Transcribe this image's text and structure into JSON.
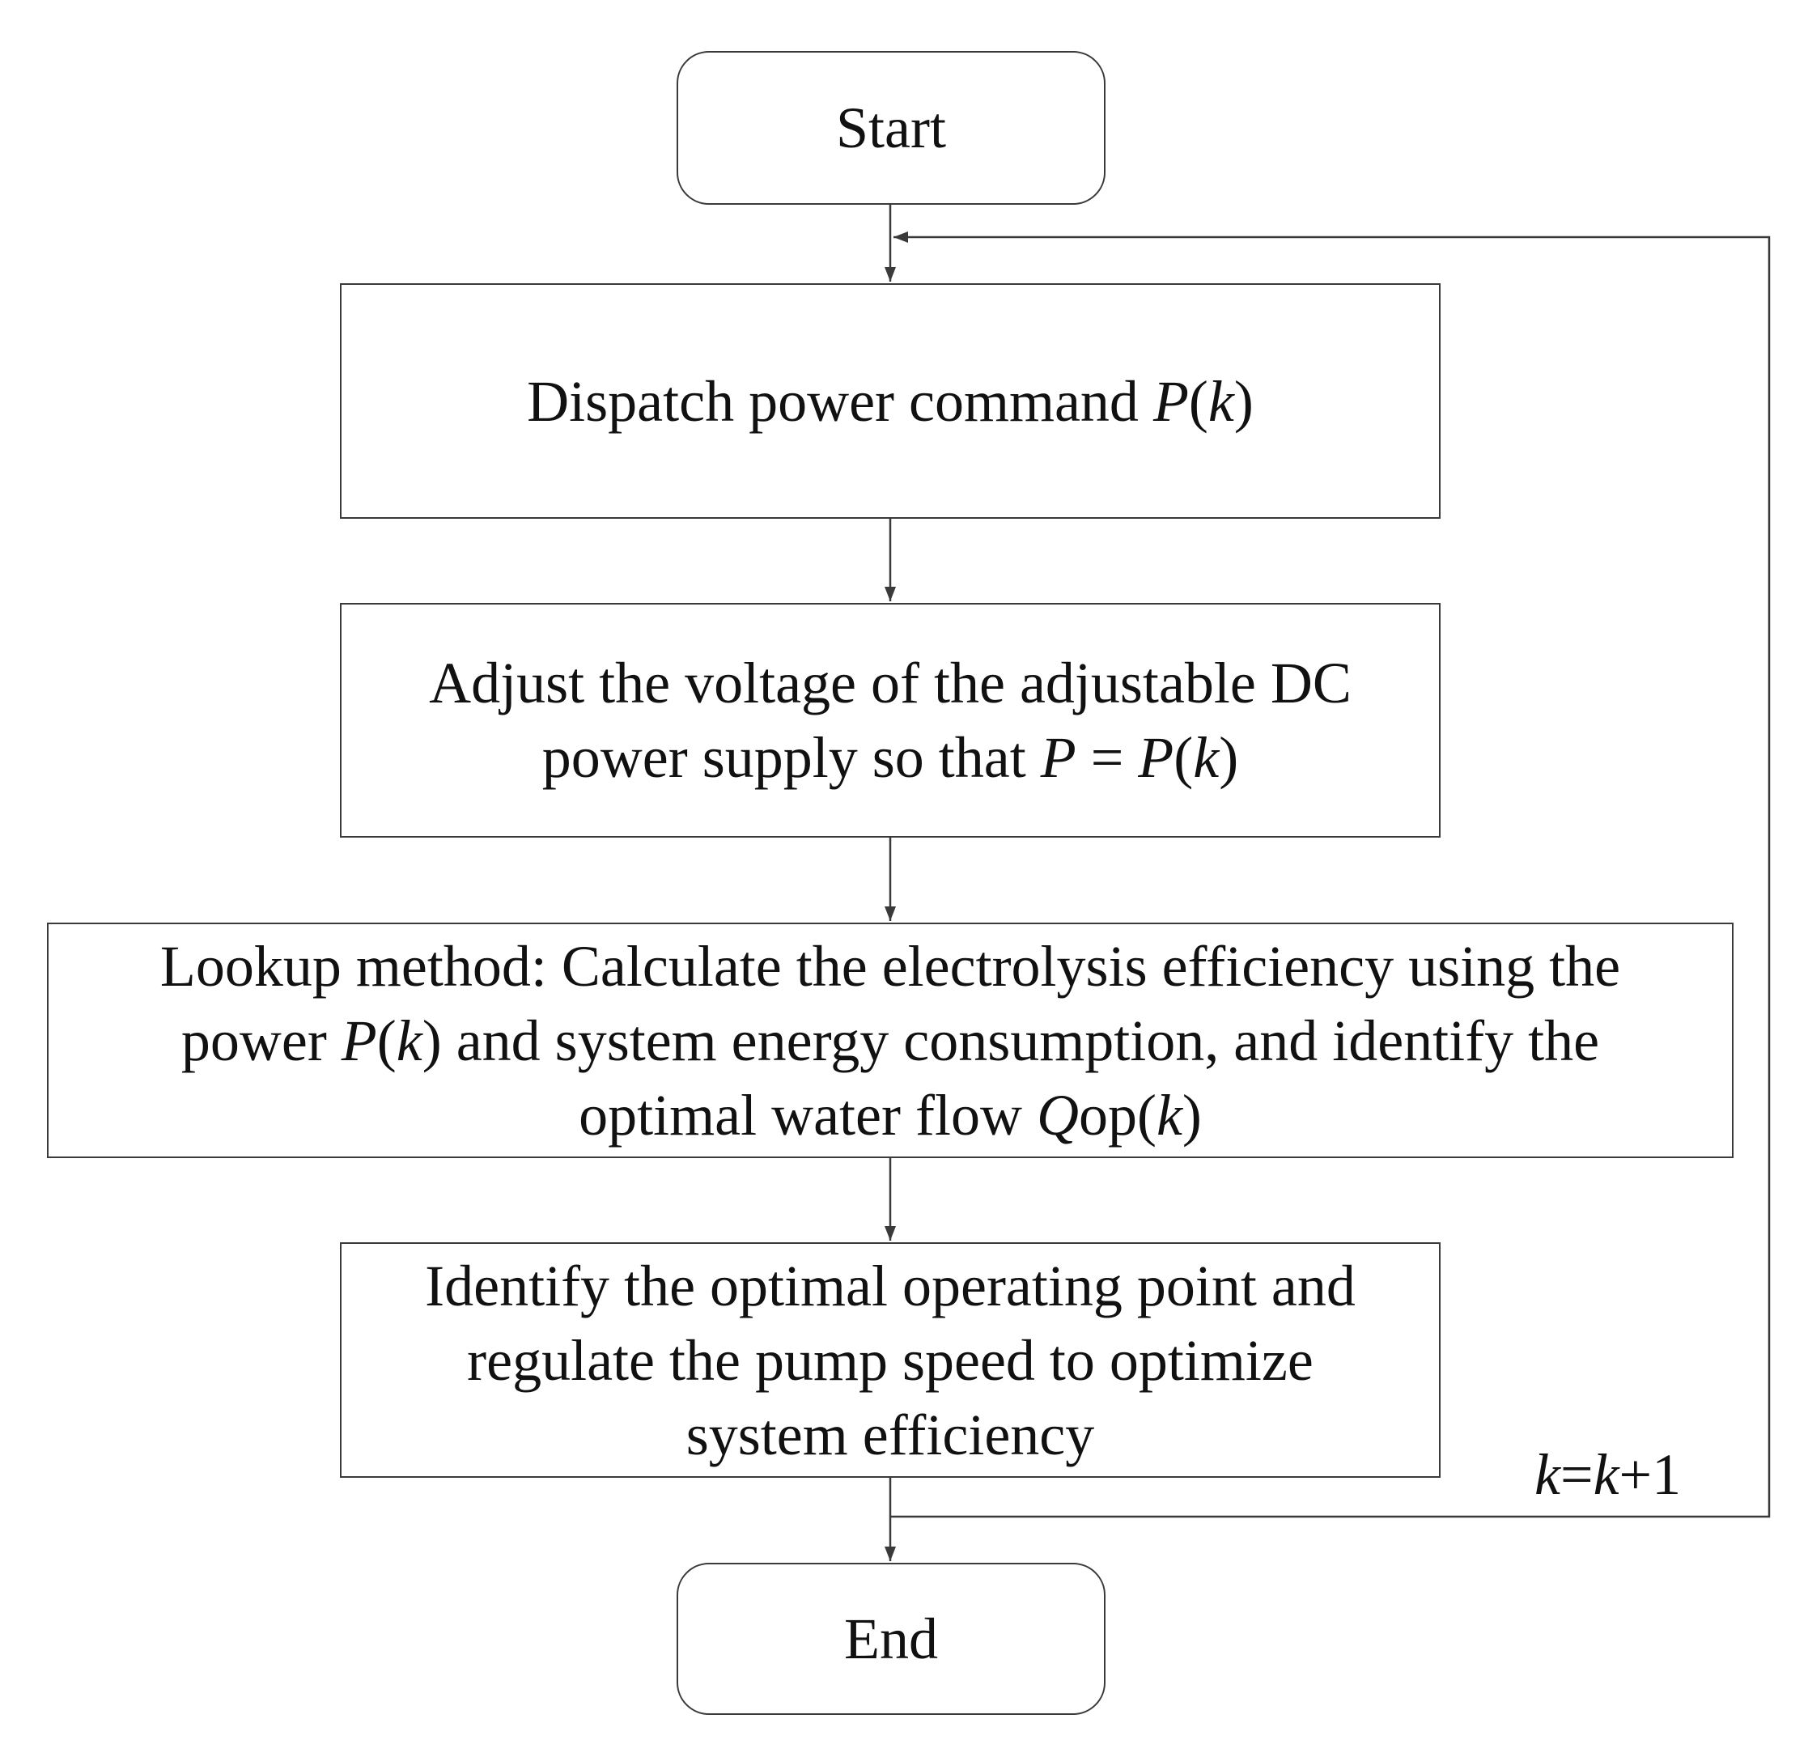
{
  "start": {
    "label": "Start"
  },
  "end": {
    "label": "End"
  },
  "steps": [
    {
      "id": "dispatch",
      "lines": [
        [
          {
            "t": "Dispatch power command "
          },
          {
            "t": "P",
            "i": true
          },
          {
            "t": "("
          },
          {
            "t": "k",
            "i": true
          },
          {
            "t": ")"
          }
        ]
      ]
    },
    {
      "id": "adjust-voltage",
      "lines": [
        [
          {
            "t": "Adjust the voltage of the adjustable DC"
          }
        ],
        [
          {
            "t": "power supply so that "
          },
          {
            "t": "P",
            "i": true
          },
          {
            "t": " = "
          },
          {
            "t": "P",
            "i": true
          },
          {
            "t": "("
          },
          {
            "t": "k",
            "i": true
          },
          {
            "t": ")"
          }
        ]
      ]
    },
    {
      "id": "lookup-method",
      "lines": [
        [
          {
            "t": "Lookup method: Calculate the electrolysis efficiency using the"
          }
        ],
        [
          {
            "t": "power "
          },
          {
            "t": "P",
            "i": true
          },
          {
            "t": "("
          },
          {
            "t": "k",
            "i": true
          },
          {
            "t": ") and system energy consumption, and identify the"
          }
        ],
        [
          {
            "t": "optimal water flow "
          },
          {
            "t": "Q",
            "i": true
          },
          {
            "t": "op("
          },
          {
            "t": "k",
            "i": true
          },
          {
            "t": ")"
          }
        ]
      ]
    },
    {
      "id": "optimal-operating-point",
      "lines": [
        [
          {
            "t": "Identify the optimal operating point and"
          }
        ],
        [
          {
            "t": "regulate the pump speed to optimize"
          }
        ],
        [
          {
            "t": "system efficiency"
          }
        ]
      ]
    }
  ],
  "loop_label": [
    {
      "t": "k",
      "i": true
    },
    {
      "t": "="
    },
    {
      "t": "k",
      "i": true
    },
    {
      "t": "+1"
    }
  ],
  "colors": {
    "stroke": "#3a3a3a",
    "text": "#111111",
    "background": "#ffffff"
  }
}
